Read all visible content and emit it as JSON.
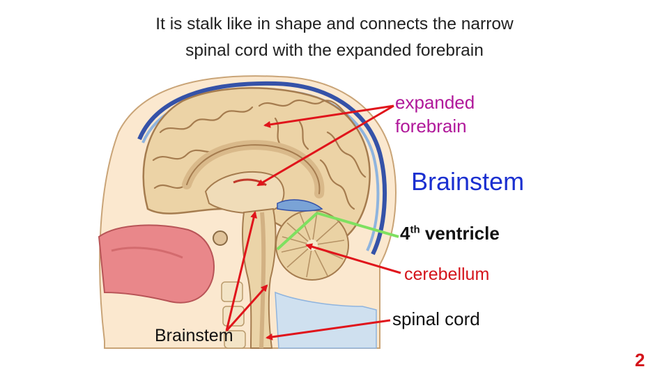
{
  "slide": {
    "title_line1": "It is stalk like in shape and connects the narrow",
    "title_line2": "spinal cord with the expanded forebrain",
    "page_number": "2"
  },
  "labels": {
    "forebrain_line1": "expanded",
    "forebrain_line2": "forebrain",
    "brainstem_right": "Brainstem",
    "ventricle_num": "4",
    "ventricle_sup": "th",
    "ventricle_word": " ventricle",
    "cerebellum": "cerebellum",
    "spinal_cord": "spinal cord",
    "brainstem_left": "Brainstem"
  },
  "colors": {
    "forebrain_label": "#b0189a",
    "brainstem_label": "#1a2fd0",
    "cerebellum_label": "#d4141b",
    "arrow_red": "#e0141b",
    "arrow_green": "#7ee060",
    "page_number": "#d4141b"
  }
}
